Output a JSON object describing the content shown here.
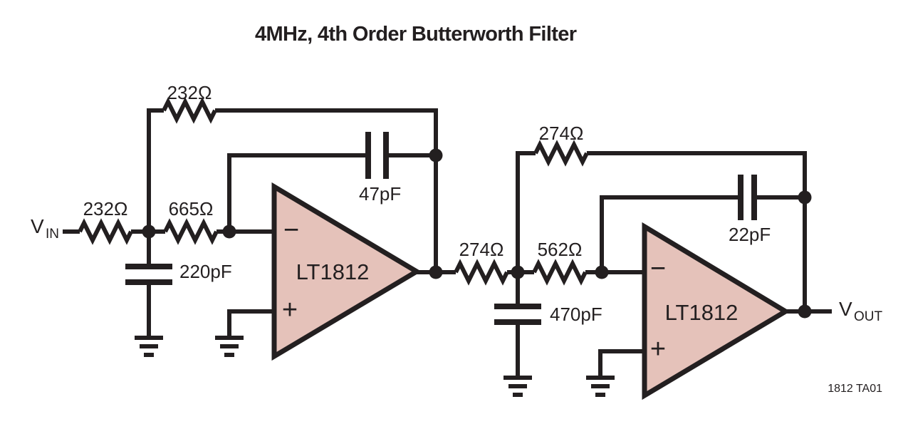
{
  "title": "4MHz, 4th Order Butterworth Filter",
  "corner_note": "1812 TA01",
  "ports": {
    "input": {
      "name": "V",
      "subscript": "IN"
    },
    "output": {
      "name": "V",
      "subscript": "OUT"
    }
  },
  "stage1": {
    "input_resistor": "232Ω",
    "feedback_resistor": "232Ω",
    "series_resistor": "665Ω",
    "shunt_capacitor": "220pF",
    "feedback_capacitor": "47pF",
    "opamp": {
      "part": "LT1812",
      "inverting_input": "−",
      "noninverting_input": "+"
    }
  },
  "stage2": {
    "input_resistor": "274Ω",
    "feedback_resistor": "274Ω",
    "series_resistor": "562Ω",
    "shunt_capacitor": "470pF",
    "feedback_capacitor": "22pF",
    "opamp": {
      "part": "LT1812",
      "inverting_input": "−",
      "noninverting_input": "+"
    }
  },
  "colors": {
    "wire": "#231f20",
    "opamp_fill": "#e5c2ba",
    "background": "#ffffff"
  }
}
